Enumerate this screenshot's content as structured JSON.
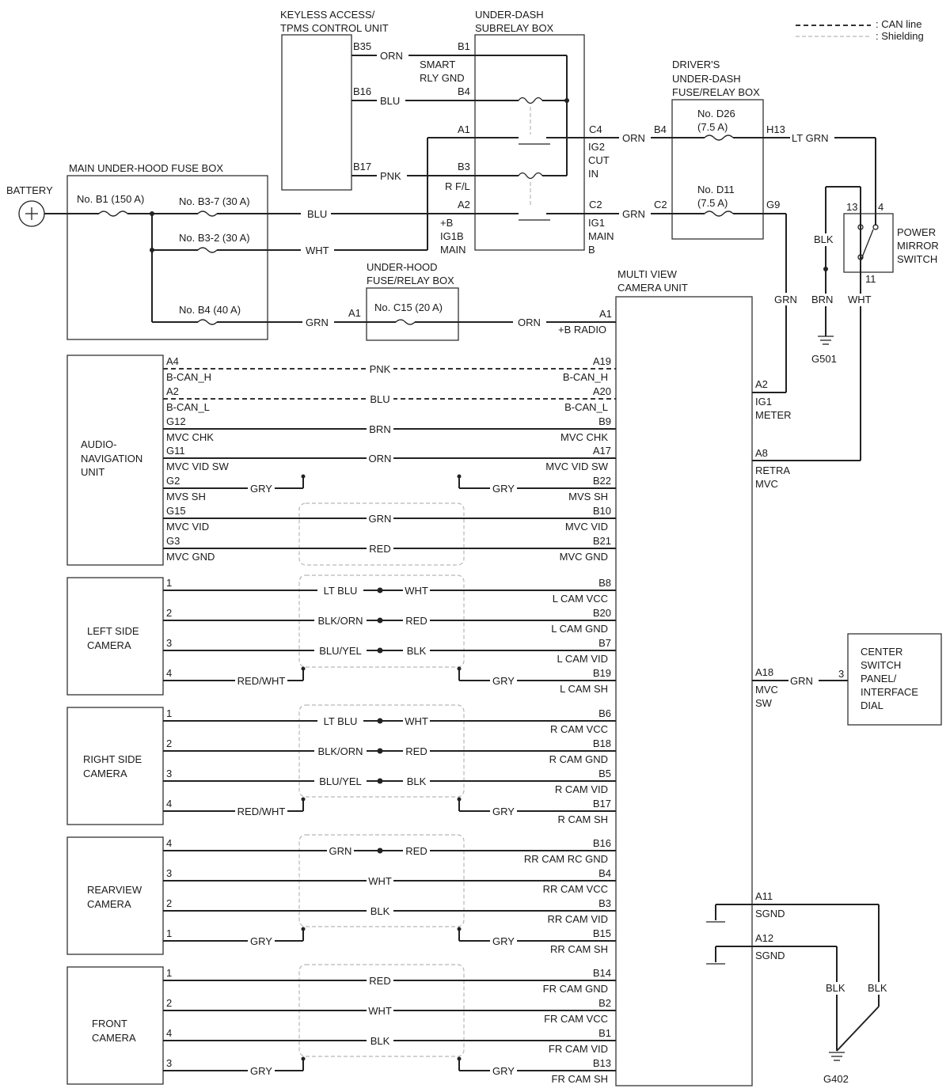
{
  "legend": {
    "can": ": CAN line",
    "shield": ": Shielding"
  },
  "components": {
    "battery": "BATTERY",
    "main_fuse_box": "MAIN UNDER-HOOD FUSE BOX",
    "keyless": [
      "KEYLESS ACCESS/",
      "TPMS CONTROL UNIT"
    ],
    "subrelay": [
      "UNDER-DASH",
      "SUBRELAY BOX"
    ],
    "drivers_box": [
      "DRIVER'S",
      "UNDER-DASH",
      "FUSE/RELAY BOX"
    ],
    "underhood_box": [
      "UNDER-HOOD",
      "FUSE/RELAY BOX"
    ],
    "mvc_unit": [
      "MULTI VIEW",
      "CAMERA UNIT"
    ],
    "mirror_switch": [
      "POWER",
      "MIRROR",
      "SWITCH"
    ],
    "audio_nav": [
      "AUDIO-",
      "NAVIGATION",
      "UNIT"
    ],
    "left_cam": [
      "LEFT SIDE",
      "CAMERA"
    ],
    "right_cam": [
      "RIGHT SIDE",
      "CAMERA"
    ],
    "rear_cam": [
      "REARVIEW",
      "CAMERA"
    ],
    "front_cam": [
      "FRONT",
      "CAMERA"
    ],
    "center_panel": [
      "CENTER",
      "SWITCH",
      "PANEL/",
      "INTERFACE",
      "DIAL"
    ]
  },
  "fuses": {
    "b1": "No. B1 (150 A)",
    "b3_7": "No. B3-7 (30 A)",
    "b3_2": "No. B3-2 (30 A)",
    "b4": "No. B4 (40 A)",
    "c15": "No. C15 (20 A)",
    "d26": [
      "No. D26",
      "(7.5 A)"
    ],
    "d11": [
      "No. D11",
      "(7.5 A)"
    ]
  },
  "subrelay_labels": {
    "smart": [
      "SMART",
      "RLY GND"
    ],
    "rfl": "R F/L",
    "ig1b": [
      "+B",
      "IG1B",
      "MAIN"
    ],
    "ig2": [
      "IG2",
      "CUT",
      "IN"
    ],
    "ig1": [
      "IG1",
      "MAIN",
      "B"
    ]
  },
  "top_pins": {
    "b35": "B35",
    "b16": "B16",
    "b17": "B17",
    "b1": "B1",
    "b4": "B4",
    "a1": "A1",
    "b3": "B3",
    "a2": "A2",
    "c4": "C4",
    "c2": "C2",
    "db4": "B4",
    "dc2": "C2",
    "h13": "H13",
    "g9": "G9",
    "hb_a1": "A1",
    "p13": "13",
    "p4": "4",
    "p11": "11",
    "p3": "3"
  },
  "top_wires": {
    "orn1": "ORN",
    "blu1": "BLU",
    "pnk1": "PNK",
    "blu2": "BLU",
    "wht1": "WHT",
    "grn1": "GRN",
    "orn2": "ORN",
    "orn3": "ORN",
    "grn2": "GRN",
    "ltgrn": "LT GRN",
    "grn3": "GRN",
    "blk1": "BLK",
    "brn1": "BRN",
    "wht2": "WHT",
    "grn4": "GRN",
    "blk2": "BLK",
    "blk3": "BLK"
  },
  "grounds": {
    "g501": "G501",
    "g402": "G402"
  },
  "mvc_right": [
    {
      "pin": "A2",
      "label": [
        "IG1",
        "METER"
      ]
    },
    {
      "pin": "A8",
      "label": [
        "RETRA",
        "MVC"
      ]
    },
    {
      "pin": "A18",
      "label": [
        "MVC",
        "SW"
      ]
    },
    {
      "pin": "A11",
      "label": [
        "SGND"
      ]
    },
    {
      "pin": "A12",
      "label": [
        "SGND"
      ]
    }
  ],
  "radio": {
    "pin": "A1",
    "label": "+B RADIO"
  },
  "rows": [
    {
      "lp": "A4",
      "ln": "B-CAN_H",
      "rp": "A19",
      "rn": "B-CAN_H",
      "c": "PNK"
    },
    {
      "lp": "A2",
      "ln": "B-CAN_L",
      "rp": "A20",
      "rn": "B-CAN_L",
      "c": "BLU"
    },
    {
      "lp": "G12",
      "ln": "MVC CHK",
      "rp": "B9",
      "rn": "MVC CHK",
      "c": "BRN"
    },
    {
      "lp": "G11",
      "ln": "MVC VID SW",
      "rp": "A17",
      "rn": "MVC VID SW",
      "c": "ORN"
    },
    {
      "lp": "G2",
      "ln": "MVS SH",
      "rp": "B22",
      "rn": "MVS SH",
      "lc": "GRY",
      "rc": "GRY"
    },
    {
      "lp": "G15",
      "ln": "MVC VID",
      "rp": "B10",
      "rn": "MVC VID",
      "c": "GRN"
    },
    {
      "lp": "G3",
      "ln": "MVC GND",
      "rp": "B21",
      "rn": "MVC GND",
      "c": "RED"
    },
    {
      "lp": "1",
      "ln": "",
      "rp": "B8",
      "rn": "L CAM VCC",
      "lc": "LT BLU",
      "rc": "WHT"
    },
    {
      "lp": "2",
      "ln": "",
      "rp": "B20",
      "rn": "L CAM GND",
      "lc": "BLK/ORN",
      "rc": "RED"
    },
    {
      "lp": "3",
      "ln": "",
      "rp": "B7",
      "rn": "L CAM VID",
      "lc": "BLU/YEL",
      "rc": "BLK"
    },
    {
      "lp": "4",
      "ln": "",
      "rp": "B19",
      "rn": "L CAM SH",
      "lc": "RED/WHT",
      "rc": "GRY"
    },
    {
      "lp": "1",
      "ln": "",
      "rp": "B6",
      "rn": "R CAM VCC",
      "lc": "LT BLU",
      "rc": "WHT"
    },
    {
      "lp": "2",
      "ln": "",
      "rp": "B18",
      "rn": "R CAM GND",
      "lc": "BLK/ORN",
      "rc": "RED"
    },
    {
      "lp": "3",
      "ln": "",
      "rp": "B5",
      "rn": "R CAM VID",
      "lc": "BLU/YEL",
      "rc": "BLK"
    },
    {
      "lp": "4",
      "ln": "",
      "rp": "B17",
      "rn": "R CAM SH",
      "lc": "RED/WHT",
      "rc": "GRY"
    },
    {
      "lp": "4",
      "ln": "",
      "rp": "B16",
      "rn": "RR CAM RC GND",
      "lc": "GRN",
      "rc": "RED"
    },
    {
      "lp": "3",
      "ln": "",
      "rp": "B4",
      "rn": "RR CAM VCC",
      "c": "WHT"
    },
    {
      "lp": "2",
      "ln": "",
      "rp": "B3",
      "rn": "RR CAM VID",
      "c": "BLK"
    },
    {
      "lp": "1",
      "ln": "",
      "rp": "B15",
      "rn": "RR CAM SH",
      "lc": "GRY",
      "rc": "GRY"
    },
    {
      "lp": "1",
      "ln": "",
      "rp": "B14",
      "rn": "FR CAM GND",
      "c": "RED"
    },
    {
      "lp": "2",
      "ln": "",
      "rp": "B2",
      "rn": "FR CAM VCC",
      "c": "WHT"
    },
    {
      "lp": "4",
      "ln": "",
      "rp": "B1",
      "rn": "FR CAM VID",
      "c": "BLK"
    },
    {
      "lp": "3",
      "ln": "",
      "rp": "B13",
      "rn": "FR CAM SH",
      "lc": "GRY",
      "rc": "GRY"
    }
  ]
}
